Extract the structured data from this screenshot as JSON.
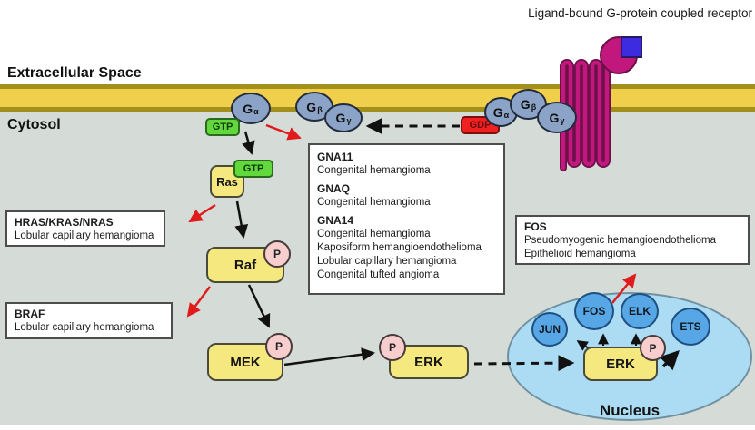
{
  "title": "Ligand-bound G-protein coupled receptor",
  "compartments": {
    "extracellular": "Extracellular Space",
    "cytosol": "Cytosol",
    "nucleus": "Nucleus"
  },
  "proteins": {
    "g_alpha": {
      "main": "G",
      "sub": "α"
    },
    "g_beta": {
      "main": "G",
      "sub": "β"
    },
    "g_gamma": {
      "main": "G",
      "sub": "γ"
    },
    "gtp": "GTP",
    "gdp": "GDP",
    "ras": "Ras",
    "raf": "Raf",
    "mek": "MEK",
    "erk": "ERK",
    "phospho": "P",
    "tf": [
      "JUN",
      "FOS",
      "ELK",
      "ETS"
    ]
  },
  "annotation_boxes": {
    "hras": {
      "title": "HRAS/KRAS/NRAS",
      "lines": [
        "Lobular capillary hemangioma"
      ]
    },
    "braf": {
      "title": "BRAF",
      "lines": [
        "Lobular capillary hemangioma"
      ]
    },
    "gna": {
      "entries": [
        {
          "gene": "GNA11",
          "lines": [
            "Congenital hemangioma"
          ]
        },
        {
          "gene": "GNAQ",
          "lines": [
            "Congenital hemangioma"
          ]
        },
        {
          "gene": "GNA14",
          "lines": [
            "Congenital hemangioma",
            "Kaposiform hemangioendothelioma",
            "Lobular capillary hemangioma",
            "Congenital tufted angioma"
          ]
        }
      ]
    },
    "fos": {
      "title": "FOS",
      "lines": [
        "Pseudomyogenic hemangioendothelioma",
        "Epithelioid hemangioma"
      ]
    }
  },
  "colors": {
    "membrane": "#efcf4b",
    "membrane_border": "#a3901c",
    "cytosol": "#d5dcd8",
    "g_protein": "#8ba3c7",
    "gtp_green": "#62d83c",
    "gdp_red": "#ee2020",
    "kinase_yellow": "#f5e87e",
    "phosphate_pink": "#f7cdce",
    "nucleus_blue": "#abdcf3",
    "tf_blue": "#57a7e6",
    "receptor_magenta": "#c2187e",
    "ligand_blue": "#3d2be0",
    "arrow_red": "#e01b1b",
    "arrow_black": "#111111"
  }
}
